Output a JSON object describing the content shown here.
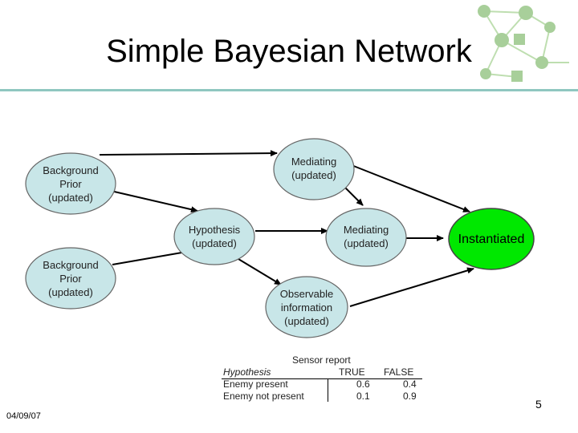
{
  "slide": {
    "title": "Simple Bayesian Network",
    "date": "04/09/07",
    "page_number": "5"
  },
  "colors": {
    "node_fill": "#c8e6e8",
    "node_border": "#666666",
    "instantiated_fill": "#00e800",
    "title_rule": "#8fc7c0",
    "deco": "#a8cf9a"
  },
  "nodes": {
    "background_prior_1": "Background\nPrior\n(updated)",
    "background_prior_2": "Background\nPrior\n(updated)",
    "hypothesis": "Hypothesis\n(updated)",
    "mediating_top": "Mediating\n(updated)",
    "mediating_mid": "Mediating\n(updated)",
    "observable": "Observable\ninformation\n(updated)",
    "instantiated": "Instantiated"
  },
  "table": {
    "caption": "Sensor report",
    "header": {
      "hypothesis": "Hypothesis",
      "col1": "TRUE",
      "col2": "FALSE"
    },
    "rows": [
      {
        "label": "Enemy present",
        "v1": "0.6",
        "v2": "0.4"
      },
      {
        "label": "Enemy not present",
        "v1": "0.1",
        "v2": "0.9"
      }
    ]
  }
}
